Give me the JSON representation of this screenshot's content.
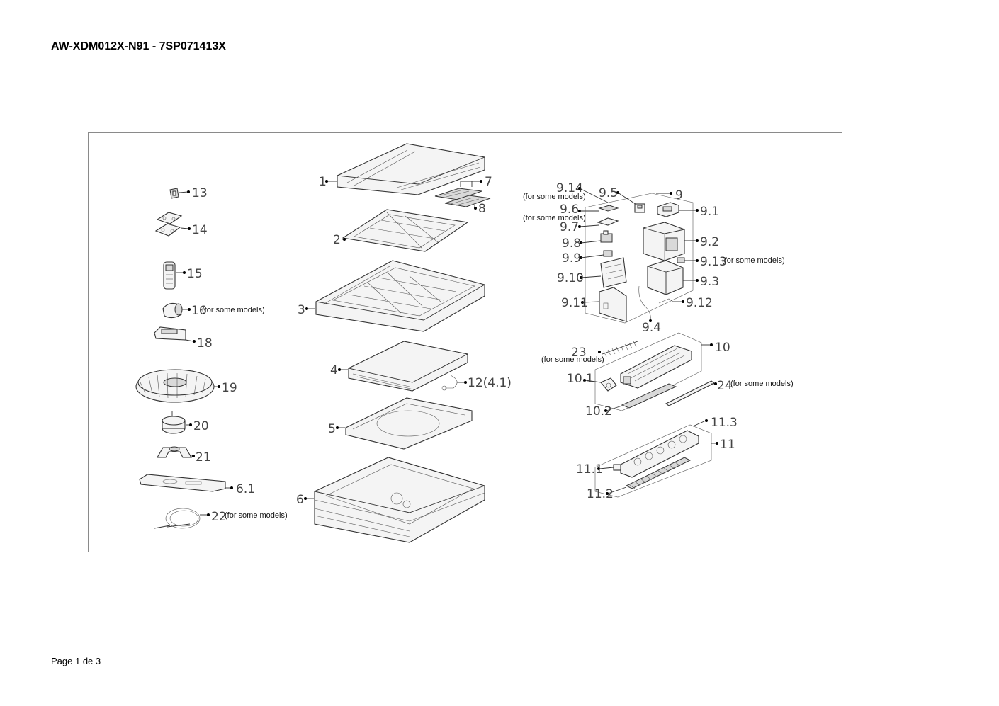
{
  "document": {
    "title": "AW-XDM012X-N91 - 7SP071413X",
    "footer": "Page 1 de 3"
  },
  "callouts": {
    "c1": "1",
    "c2": "2",
    "c3": "3",
    "c4": "4",
    "c5": "5",
    "c6": "6",
    "c6_1": "6.1",
    "c7": "7",
    "c8": "8",
    "c9": "9",
    "c9_1": "9.1",
    "c9_2": "9.2",
    "c9_3": "9.3",
    "c9_4": "9.4",
    "c9_5": "9.5",
    "c9_6": "9.6",
    "c9_7": "9.7",
    "c9_8": "9.8",
    "c9_9": "9.9",
    "c9_10": "9.10",
    "c9_11": "9.11",
    "c9_12": "9.12",
    "c9_13": "9.13",
    "c9_14": "9.14",
    "c10": "10",
    "c10_1": "10.1",
    "c10_2": "10.2",
    "c11": "11",
    "c11_1": "11.1",
    "c11_2": "11.2",
    "c11_3": "11.3",
    "c12": "12(4.1)",
    "c13": "13",
    "c14": "14",
    "c15": "15",
    "c16": "16",
    "c18": "18",
    "c19": "19",
    "c20": "20",
    "c21": "21",
    "c22": "22",
    "c23": "23",
    "c24": "24"
  },
  "notes": {
    "n16": "(for some models)",
    "n22": "(for some models)",
    "n9_14": "(for some models)",
    "n9_6": "(for some models)",
    "n9_13": "(for some models)",
    "n23": "(for some models)",
    "n24": "(for some models)"
  }
}
